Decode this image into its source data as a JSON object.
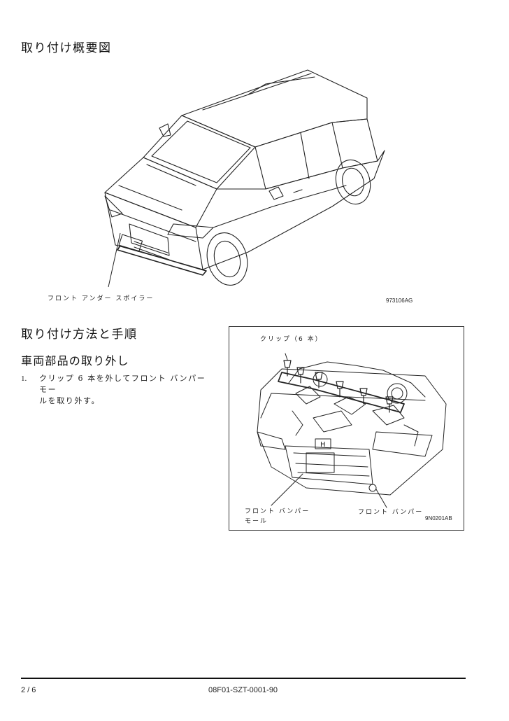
{
  "page": {
    "section_overview_title": "取り付け概要図",
    "section_procedure_title": "取り付け方法と手順",
    "subsection_title": "車両部品の取り外し",
    "step": {
      "number": "1.",
      "text_line1": "クリップ 6 本を外してフロント バンパー モー",
      "text_line2": "ルを取り外す。"
    }
  },
  "figure1": {
    "callout": "フロント アンダー スポイラー",
    "figure_id": "973106AG"
  },
  "figure2": {
    "callout_clip": "クリップ（6 本）",
    "callout_molding_line1": "フロント バンパー",
    "callout_molding_line2": "モール",
    "callout_bumper": "フロント バンパー",
    "figure_id": "9N0201AB"
  },
  "footer": {
    "page_number": "2 / 6",
    "document_code": "08F01-SZT-0001-90"
  }
}
